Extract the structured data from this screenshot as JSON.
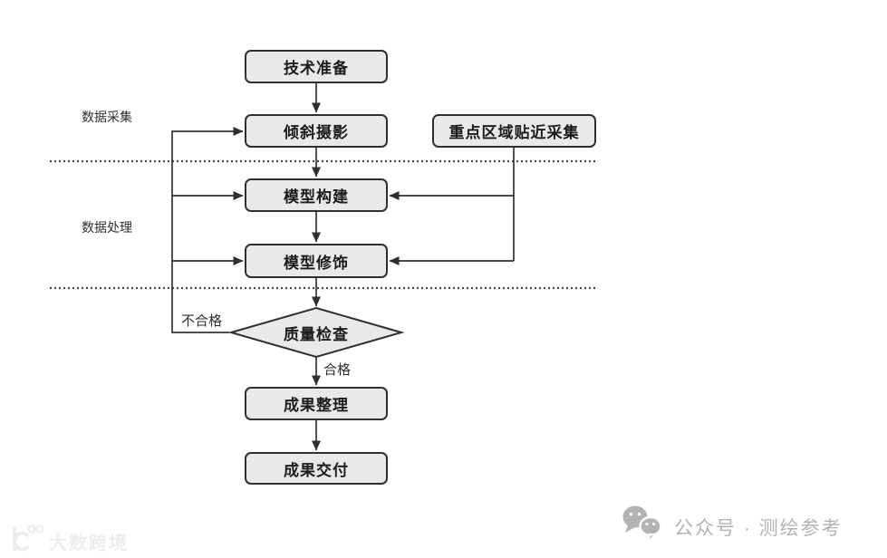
{
  "diagram": {
    "nodes": {
      "tech_prep": "技术准备",
      "oblique_photo": "倾斜摄影",
      "key_area_capture": "重点区域贴近采集",
      "model_build": "模型构建",
      "model_refine": "模型修饰",
      "quality_check": "质量检查",
      "result_organize": "成果整理",
      "result_deliver": "成果交付"
    },
    "phases": {
      "data_collection": "数据采集",
      "data_processing": "数据处理"
    },
    "edge_labels": {
      "fail": "不合格",
      "pass": "合格"
    }
  },
  "watermarks": {
    "brand": "大数跨境",
    "account": "公众号 · 测绘参考"
  },
  "colors": {
    "node_fill": "#e9e9e9",
    "node_border": "#2f2f2f",
    "connector": "#333333",
    "separator": "#4a4a4a",
    "watermark_gray": "#b3b3b3",
    "watermark_faint": "#ededed",
    "background": "#ffffff"
  },
  "icons": {
    "wechat": "wechat-chat-bubbles",
    "brand_logo": "100-logo"
  }
}
